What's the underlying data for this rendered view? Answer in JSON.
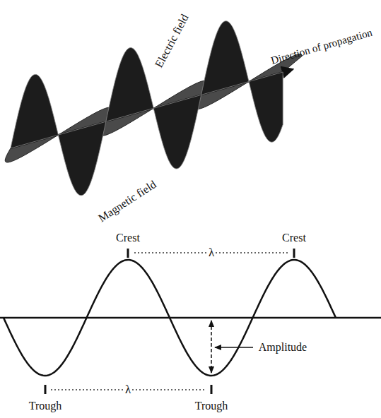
{
  "diagram": {
    "labels": [
      "Electric field",
      "Direction of propagation",
      "Magnetic field",
      "Crest",
      "λ",
      "Crest",
      "Amplitude",
      "λ",
      "Trough",
      "Trough"
    ]
  }
}
